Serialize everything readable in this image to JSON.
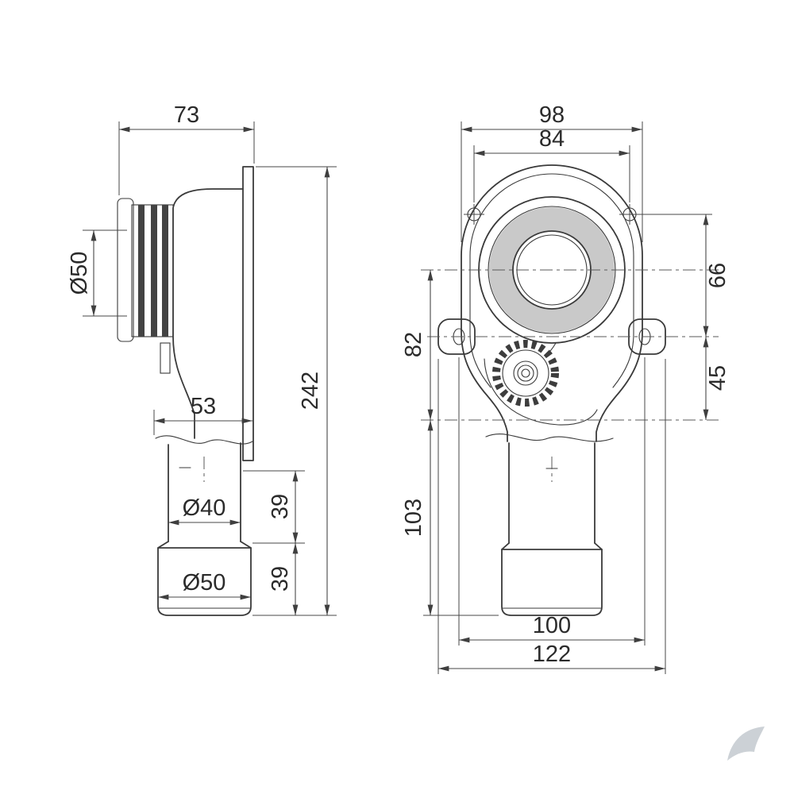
{
  "drawing": {
    "side_view": {
      "dim_width_top": "73",
      "dim_inlet_diameter": "Ø50",
      "dim_total_height": "242",
      "dim_body_depth": "53",
      "dim_outlet_diameter": "Ø40",
      "dim_socket_diameter": "Ø50",
      "dim_outlet_length": "39",
      "dim_socket_length": "39"
    },
    "front_view": {
      "dim_flange_width": "98",
      "dim_screw_spacing": "84",
      "dim_screw_to_ear": "66",
      "dim_ear_to_trap": "45",
      "dim_center_to_trap": "82",
      "dim_trap_to_outlet": "103",
      "dim_mount_hole_spacing": "100",
      "dim_overall_width": "122"
    },
    "colors": {
      "line": "#3a3a3a",
      "rubber_seal": "#565656",
      "rubber_rib": "#434343",
      "gasket_ring": "#c9c9c9",
      "logo": "#ccd1d6"
    },
    "branding": {
      "logo_icon": "brand-logo"
    }
  }
}
